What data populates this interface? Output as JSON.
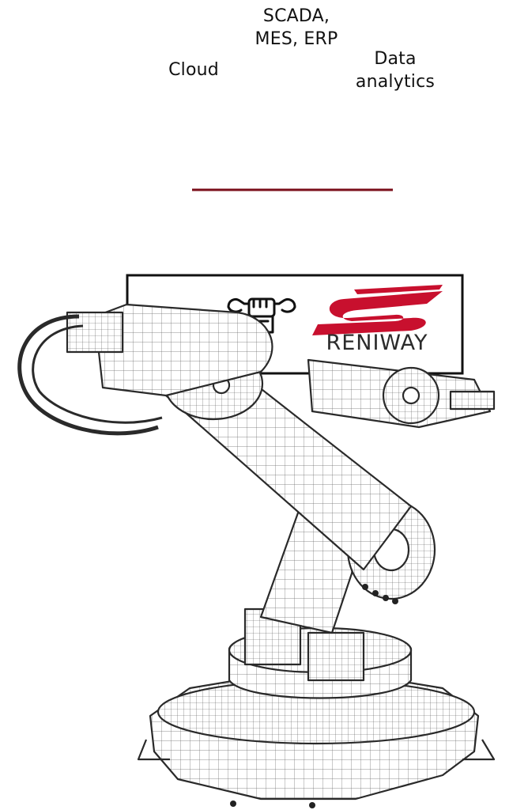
{
  "nodes": {
    "scada": {
      "line1": "SCADA,",
      "line2": "MES, ERP"
    },
    "cloud": {
      "label": "Cloud"
    },
    "data_analytics": {
      "line1": "Data",
      "line2": "analytics"
    }
  },
  "brand": {
    "name": "RENIWAY",
    "color_red": "#c8102e",
    "color_dark": "#2b2b2b"
  },
  "connector_colors": {
    "top": "#c8102e",
    "bottom": "#1a1a1a"
  },
  "icons": {
    "maintenance": "wrench-fist-icon",
    "logo": "reniway-logo"
  }
}
